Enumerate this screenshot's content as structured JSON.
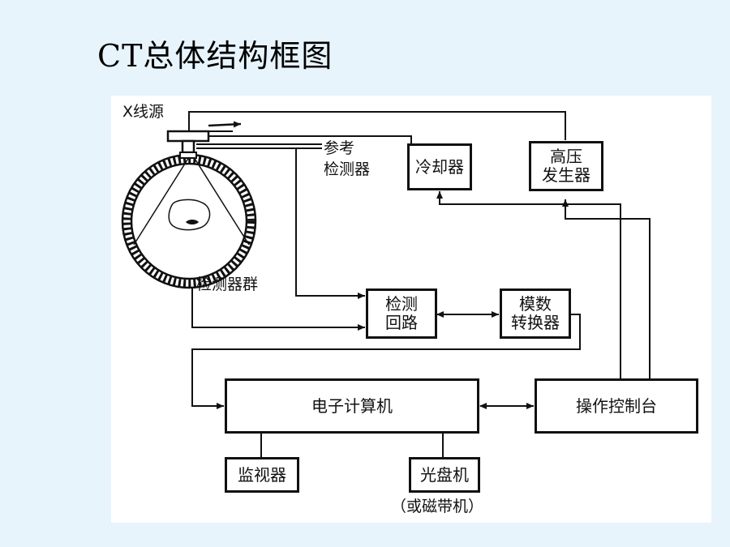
{
  "title": "CT总体结构框图",
  "labels": {
    "xray_source": "X线源",
    "reference_detector_line1": "参考",
    "reference_detector_line2": "检测器",
    "detector_array": "检测器群",
    "disc_note": "（或磁带机）"
  },
  "blocks": {
    "cooler": "冷却器",
    "hv_generator_line1": "高压",
    "hv_generator_line2": "发生器",
    "detection_circuit_line1": "检测",
    "detection_circuit_line2": "回路",
    "adc_line1": "模数",
    "adc_line2": "转换器",
    "computer": "电子计算机",
    "console": "操作控制台",
    "monitor": "监视器",
    "disc_drive": "光盘机"
  }
}
